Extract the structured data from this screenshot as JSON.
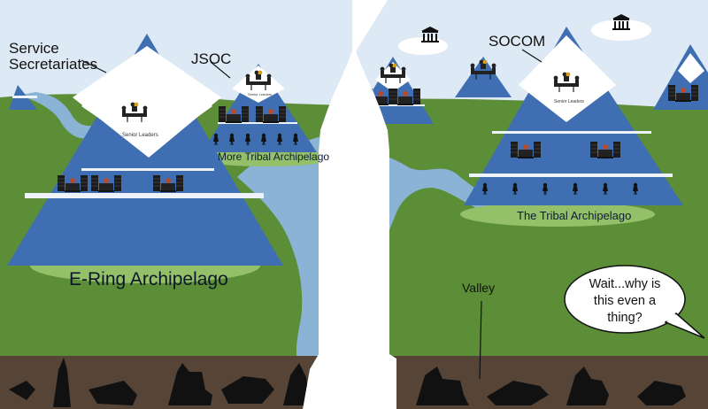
{
  "labels": {
    "service_secretariates": [
      "Service",
      "Secretariates"
    ],
    "jsoc": "JSOC",
    "socom": "SOCOM",
    "more_tribal": "More Tribal Archipelago",
    "tribal": "The Tribal Archipelago",
    "e_ring": "E-Ring Archipelago",
    "valley": "Valley"
  },
  "pyramid_caption": "Senior Leaders",
  "speech_bubble": [
    "Wait...why is",
    "this even a",
    "thing?"
  ],
  "icons": {
    "landmark": "bank-building-icon",
    "leaders": "senior-leaders-table-icon",
    "staff": "desk-with-file-cabinets-icon",
    "troops": "soldier-silhouette-icon"
  },
  "colors": {
    "sky": "#dde9f5",
    "grass": "#5b8e36",
    "river": "#8ab3d6",
    "pyramid_blue": "#3f6fb2",
    "pyramid_light": "#5a89c8",
    "ground": "#564437"
  }
}
